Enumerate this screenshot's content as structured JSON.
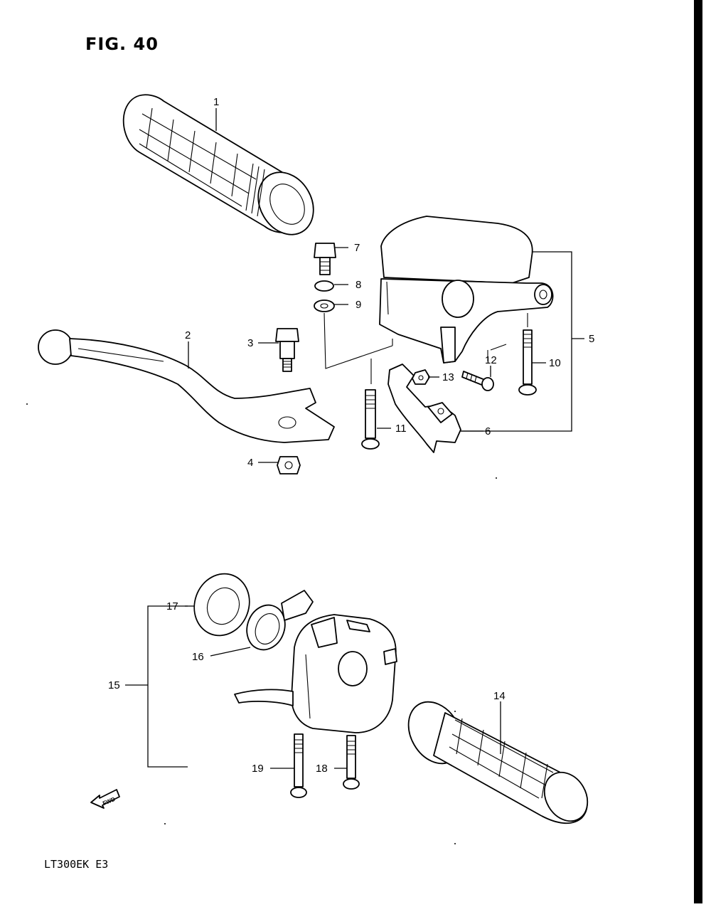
{
  "figure": {
    "title": "FIG. 40",
    "model_code": "LT300EK  E3",
    "fwd_label": "FWD"
  },
  "callouts": [
    {
      "id": "c1",
      "label": "1"
    },
    {
      "id": "c2",
      "label": "2"
    },
    {
      "id": "c3",
      "label": "3"
    },
    {
      "id": "c4",
      "label": "4"
    },
    {
      "id": "c5",
      "label": "5"
    },
    {
      "id": "c6",
      "label": "6"
    },
    {
      "id": "c7",
      "label": "7"
    },
    {
      "id": "c8",
      "label": "8"
    },
    {
      "id": "c9",
      "label": "9"
    },
    {
      "id": "c10",
      "label": "10"
    },
    {
      "id": "c11",
      "label": "11"
    },
    {
      "id": "c12",
      "label": "12"
    },
    {
      "id": "c13",
      "label": "13"
    },
    {
      "id": "c14",
      "label": "14"
    },
    {
      "id": "c15",
      "label": "15"
    },
    {
      "id": "c16",
      "label": "16"
    },
    {
      "id": "c17",
      "label": "17"
    },
    {
      "id": "c18",
      "label": "18"
    },
    {
      "id": "c19",
      "label": "19"
    }
  ]
}
